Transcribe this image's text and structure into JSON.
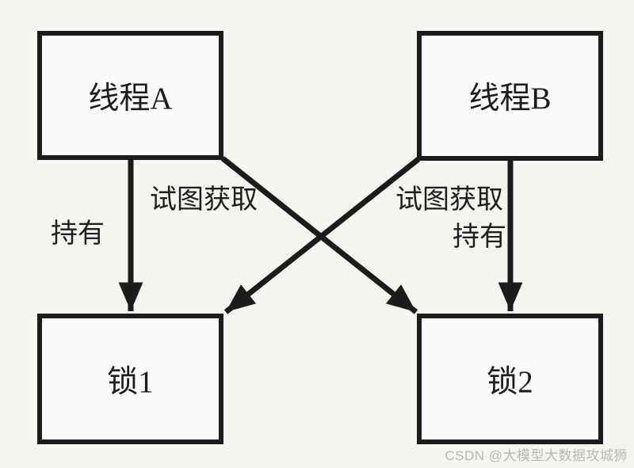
{
  "diagram": {
    "type": "deadlock-flow-diagram",
    "colors": {
      "background": "#f5f4f1",
      "node_fill": "#fbfaf8",
      "line": "#1c1c1c",
      "label_text": "#1e1e1e"
    },
    "nodes": {
      "thread_a": {
        "label": "线程A"
      },
      "thread_b": {
        "label": "线程B"
      },
      "lock_1": {
        "label": "锁1"
      },
      "lock_2": {
        "label": "锁2"
      }
    },
    "edges": {
      "a_holds_lock1": {
        "label": "持有",
        "from": "thread_a",
        "to": "lock_1"
      },
      "a_tries_lock2": {
        "label": "试图获取",
        "from": "thread_a",
        "to": "lock_2"
      },
      "b_holds_lock2": {
        "label": "持有",
        "from": "thread_b",
        "to": "lock_2"
      },
      "b_tries_lock1": {
        "label": "试图获取",
        "from": "thread_b",
        "to": "lock_1"
      }
    }
  },
  "watermark": {
    "text": "CSDN @大模型大数据攻城狮",
    "color": "#bab8b5"
  }
}
